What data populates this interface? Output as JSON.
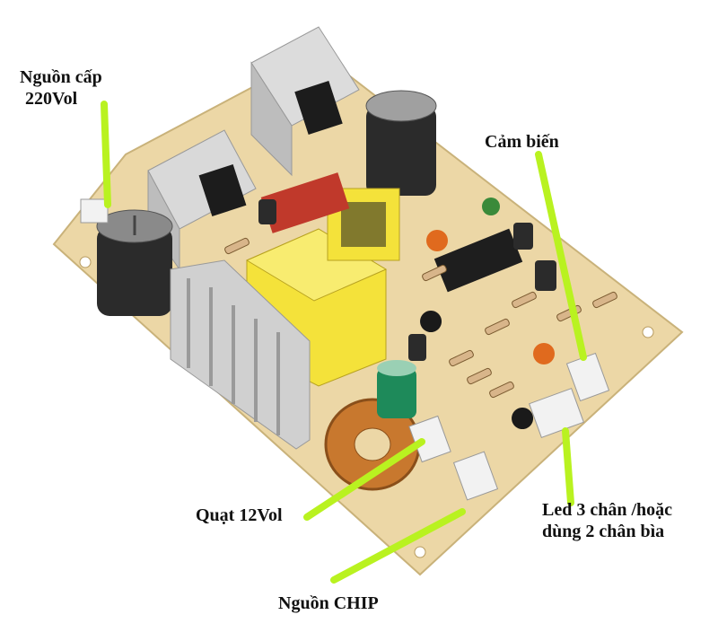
{
  "labels": {
    "power_supply": [
      "Nguồn cấp",
      "220Vol"
    ],
    "sensor": "Cảm biến",
    "fan": "Quạt 12Vol",
    "led": [
      "Led 3 chân /hoặc",
      "dùng 2 chân bìa"
    ],
    "chip_power": "Nguồn CHIP"
  },
  "colors": {
    "pcb": "#ecd7a6",
    "pointer": "#b9f220",
    "heatsink": "#d6d6d6",
    "transformer": "#f4e23a",
    "capacitor": "#2b2b2b",
    "coil": "#c8782e"
  }
}
